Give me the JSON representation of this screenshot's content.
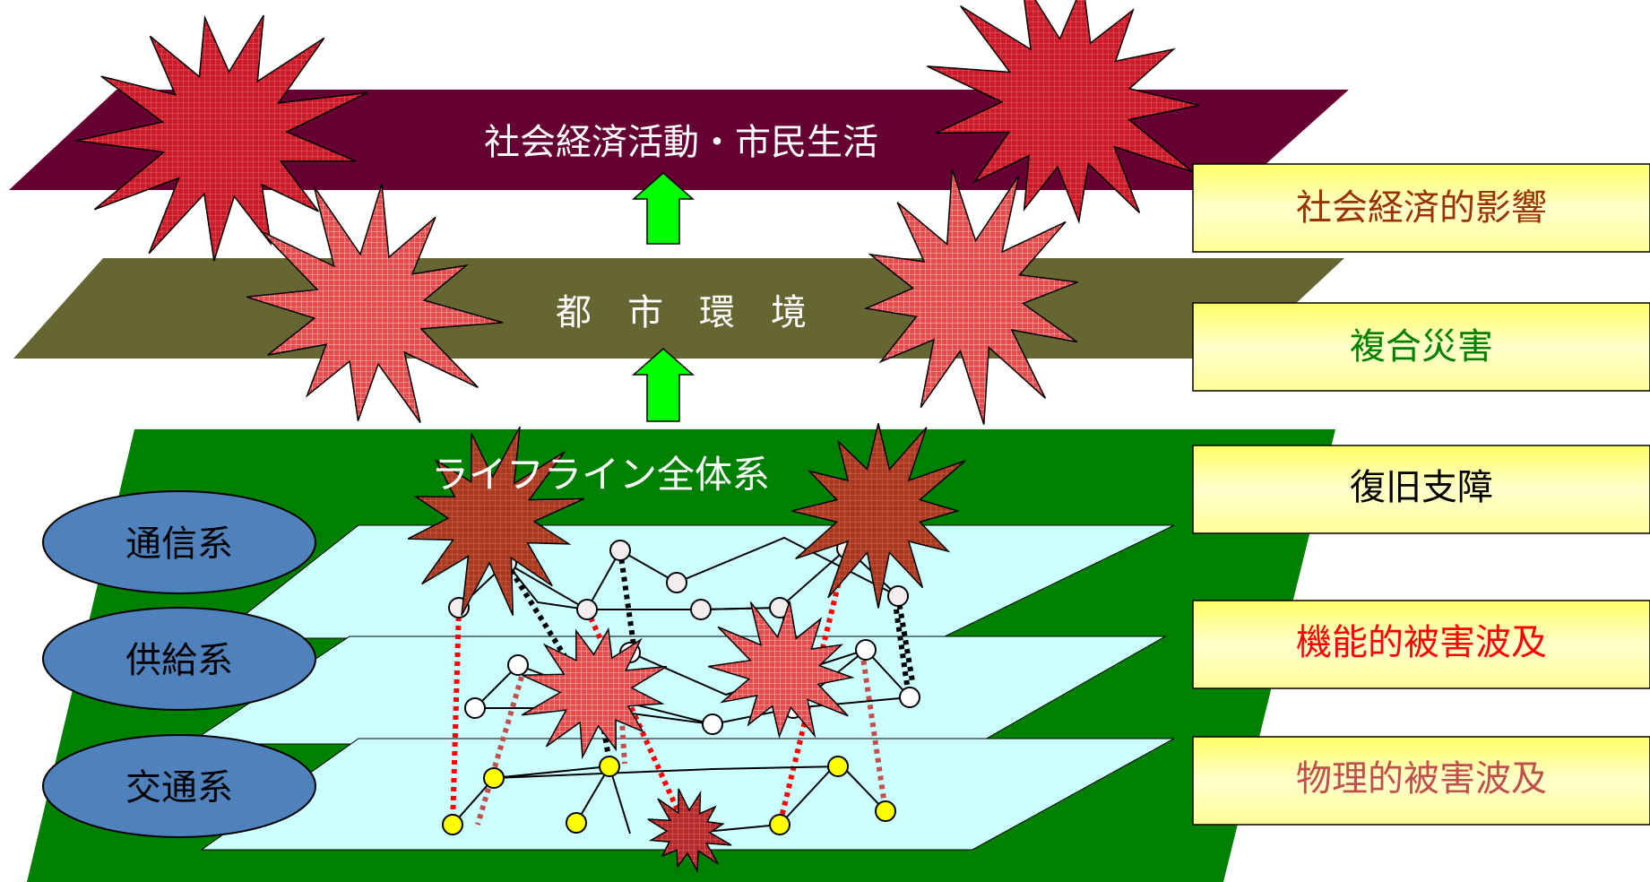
{
  "layers": {
    "socio": "社会経済活動・市民生活",
    "urban": "都　市　環　境",
    "lifeline": "ライフライン全体系"
  },
  "systems": {
    "telecom": "通信系",
    "supply": "供給系",
    "transport": "交通系"
  },
  "impacts": {
    "socioeconomic": "社会経済的影響",
    "compound": "複合災害",
    "recovery": "復旧支障",
    "functional": "機能的被害波及",
    "physical": "物理的被害波及"
  },
  "colors": {
    "socio_layer": "#660033",
    "urban_layer": "#666633",
    "lifeline_layer": "#008000",
    "network_plane": "#ccffff",
    "ellipse": "#4f81bd",
    "arrow": "#00ff00",
    "starburst": "#e04040",
    "label_socioeconomic": "#993300",
    "label_compound": "#008000",
    "label_recovery": "#000000",
    "label_functional": "#ff0000",
    "label_physical": "#c0504d"
  }
}
